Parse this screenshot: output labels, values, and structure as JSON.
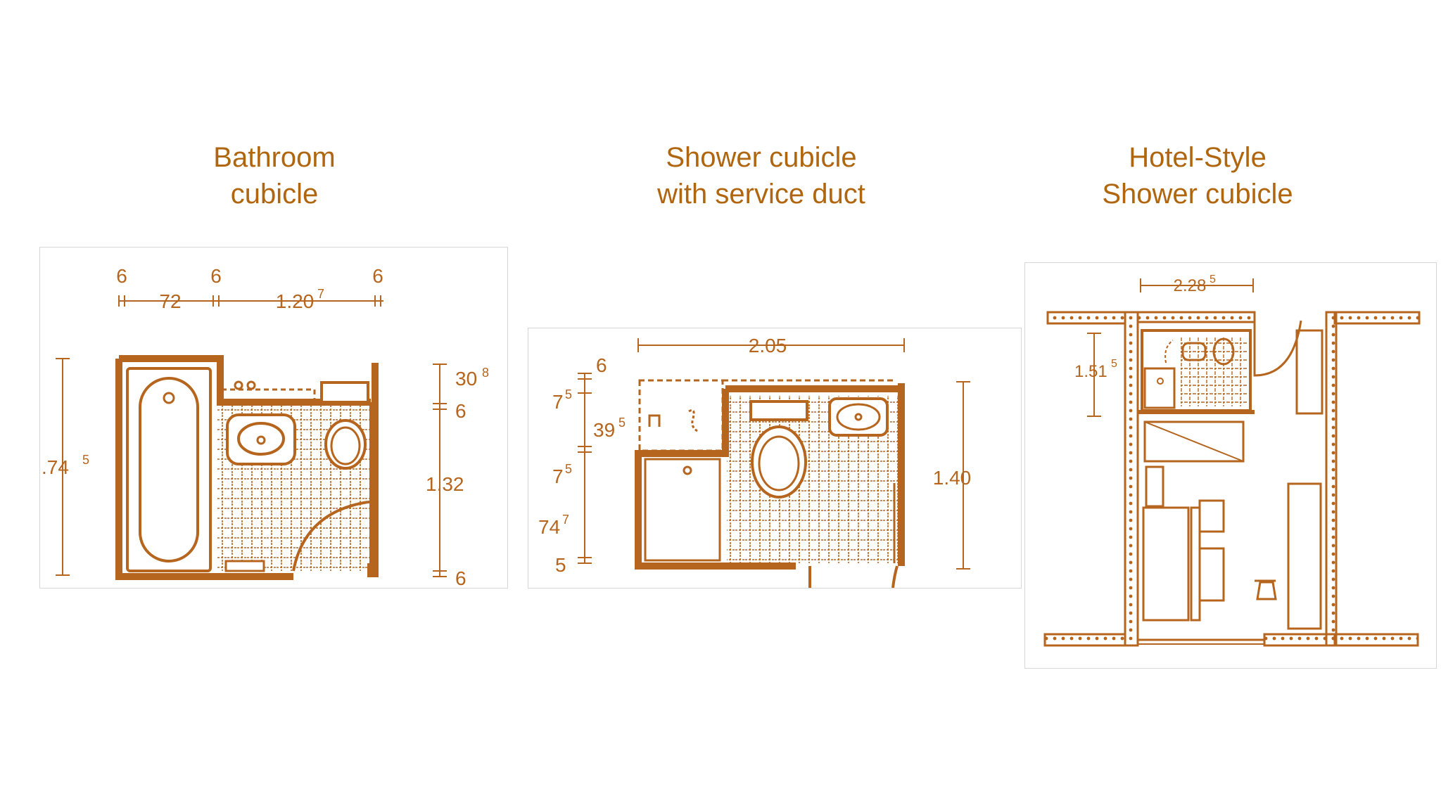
{
  "colors": {
    "ink": "#b5651d",
    "title": "#b0660f",
    "panel_border": "#d6d6d6"
  },
  "titles": {
    "bathroom": {
      "line1": "Bathroom",
      "line2": "cubicle"
    },
    "shower": {
      "line1": "Shower cubicle",
      "line2": "with service duct"
    },
    "hotel": {
      "line1": "Hotel-Style",
      "line2": "Shower cubicle"
    }
  },
  "bathroom_plan": {
    "dim_top": [
      "6",
      "72",
      "6",
      "1.20",
      "6"
    ],
    "dim_top_sup": "7",
    "dim_left": ".74",
    "dim_left_sup": "5",
    "dim_right": [
      "30",
      "6",
      "1.32",
      "6"
    ],
    "dim_right_sup": "8"
  },
  "shower_plan": {
    "dim_top": "2.05",
    "dim_left": [
      "6",
      "7",
      "39",
      "7",
      "74",
      "5"
    ],
    "dim_left_sup": [
      "5",
      "5",
      "5",
      "7"
    ],
    "dim_right": "1.40"
  },
  "hotel_plan": {
    "dim_top": "2.28",
    "dim_top_sup": "5",
    "dim_left": "1.51",
    "dim_left_sup": "5"
  }
}
